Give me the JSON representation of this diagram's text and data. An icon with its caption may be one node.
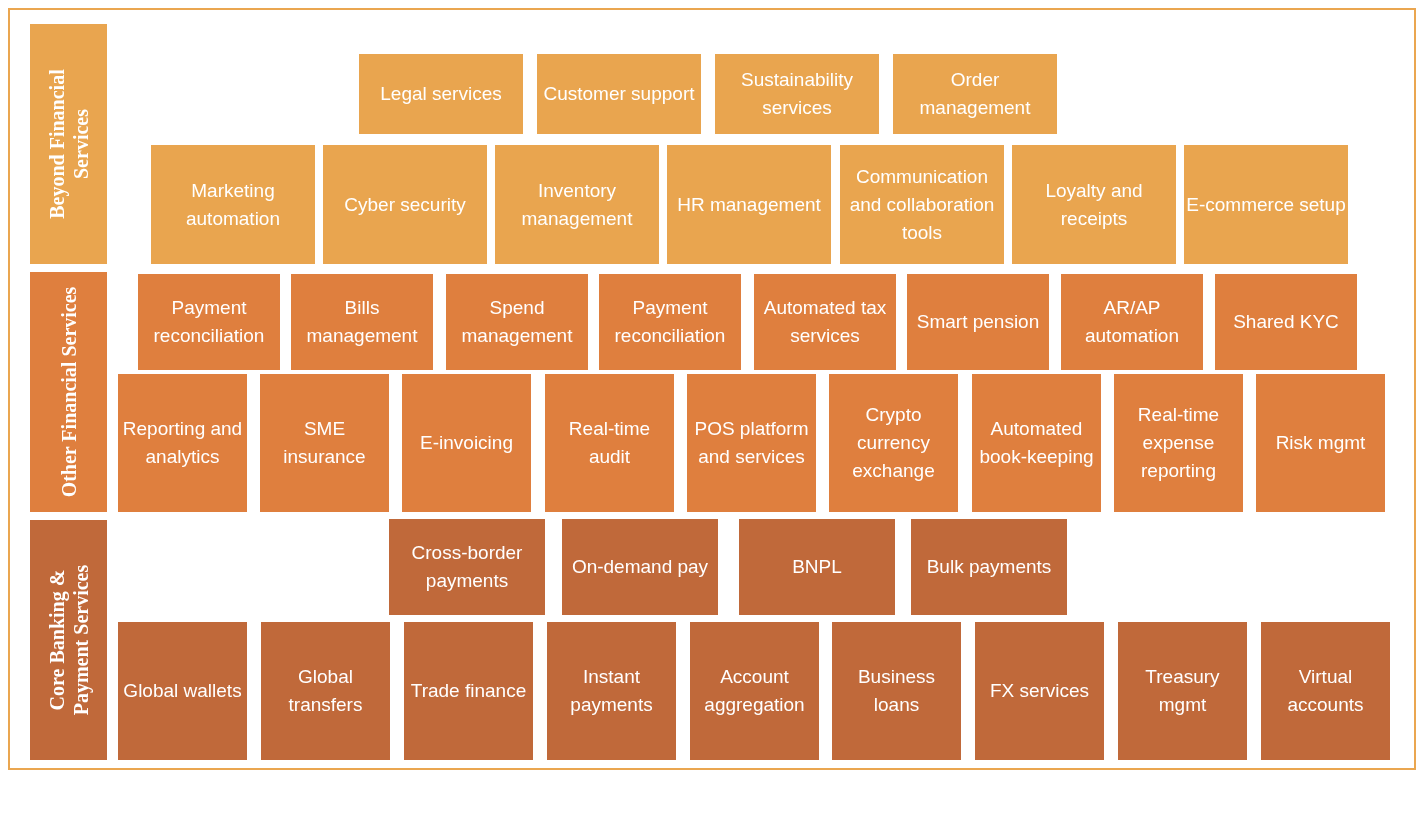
{
  "diagram": {
    "nodes": [
      {
        "text": [
          "Beyond Financial Services"
        ]
      },
      {
        "text": [
          "Legal services"
        ]
      },
      {
        "text": [
          "Customer support"
        ]
      },
      {
        "text": [
          "Sustainability services"
        ]
      },
      {
        "text": [
          "Order management"
        ]
      },
      {
        "text": [
          "Marketing automation"
        ]
      },
      {
        "text": [
          "Cyber security"
        ]
      },
      {
        "text": [
          "Inventory management"
        ]
      },
      {
        "text": [
          "HR management"
        ]
      },
      {
        "text": [
          "Communication and collaboration tools"
        ]
      },
      {
        "text": [
          "Loyalty and receipts"
        ]
      },
      {
        "text": [
          "E-commerce setup"
        ]
      },
      {
        "text": [
          "Other Financial Services"
        ]
      },
      {
        "text": [
          "Payment reconciliation"
        ]
      },
      {
        "text": [
          "Bills management"
        ]
      },
      {
        "text": [
          "Spend management"
        ]
      },
      {
        "text": [
          "Payment reconciliation"
        ]
      },
      {
        "text": [
          "Automated tax services"
        ]
      },
      {
        "text": [
          "Smart pension"
        ]
      },
      {
        "text": [
          "AR/AP automation"
        ]
      },
      {
        "text": [
          "Shared KYC"
        ]
      },
      {
        "text": [
          "Reporting and analytics"
        ]
      },
      {
        "text": [
          "SME insurance"
        ]
      },
      {
        "text": [
          "E-invoicing"
        ]
      },
      {
        "text": [
          "Real-time audit"
        ]
      },
      {
        "text": [
          "POS platform and services"
        ]
      },
      {
        "text": [
          "Crypto currency exchange"
        ]
      },
      {
        "text": [
          "Automated book-keeping"
        ]
      },
      {
        "text": [
          "Real-time expense reporting"
        ]
      },
      {
        "text": [
          "Risk mgmt"
        ]
      },
      {
        "text": [
          "Core Banking & Payment Services"
        ]
      },
      {
        "text": [
          "Cross-border payments"
        ]
      },
      {
        "text": [
          "On-demand pay"
        ]
      },
      {
        "text": [
          "BNPL"
        ]
      },
      {
        "text": [
          "Bulk payments"
        ]
      },
      {
        "text": [
          "Global wallets"
        ]
      },
      {
        "text": [
          "Global transfers"
        ]
      },
      {
        "text": [
          "Trade finance"
        ]
      },
      {
        "text": [
          "Instant payments"
        ]
      },
      {
        "text": [
          "Account aggregation"
        ]
      },
      {
        "text": [
          "Business loans"
        ]
      },
      {
        "text": [
          "FX services"
        ]
      },
      {
        "text": [
          "Treasury mgmt"
        ]
      },
      {
        "text": [
          "Virtual accounts"
        ]
      }
    ]
  }
}
